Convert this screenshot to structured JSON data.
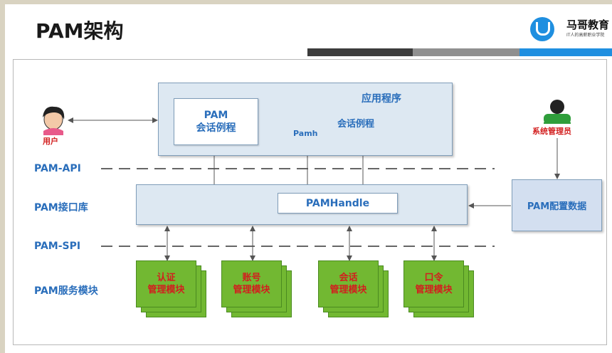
{
  "title": "PAM架构",
  "logo": {
    "name": "马哥教育",
    "tagline": "IT人的高薪职业学院"
  },
  "diagram": {
    "app_label": "应用程序",
    "pam_conv_line1": "PAM",
    "pam_conv_line2": "会话例程",
    "pamh_label": "Pamh",
    "conv_label": "会话例程",
    "user_label": "用户",
    "admin_label": "系统管理员",
    "api_label": "PAM-API",
    "lib_label": "PAM接口库",
    "handle_label": "PAMHandle",
    "config_label": "PAM配置数据",
    "spi_label": "PAM-SPI",
    "modules_label": "PAM服务模块",
    "modules": [
      {
        "line1": "认证",
        "line2": "管理模块"
      },
      {
        "line1": "账号",
        "line2": "管理模块"
      },
      {
        "line1": "会话",
        "line2": "管理模块"
      },
      {
        "line1": "口令",
        "line2": "管理模块"
      }
    ]
  },
  "colors": {
    "accent": "#1f8fe0",
    "box_fill": "#dde8f2",
    "module_green": "#72b832",
    "label_blue": "#2a6ebb",
    "label_red": "#d21e1e"
  }
}
